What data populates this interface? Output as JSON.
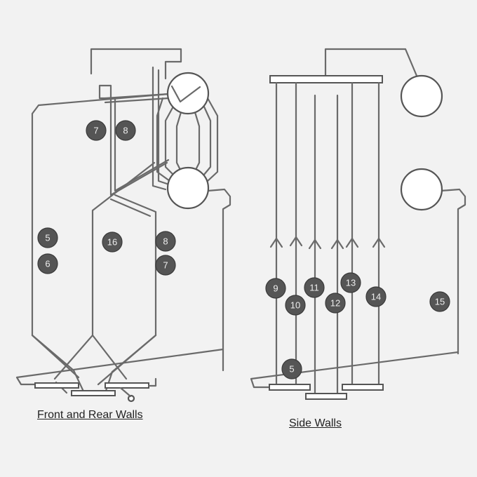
{
  "captions": {
    "front_rear": "Front and Rear Walls",
    "side": "Side Walls"
  },
  "markers": {
    "front_rear": [
      "7",
      "8",
      "5",
      "6",
      "16",
      "8",
      "7"
    ],
    "side": [
      "9",
      "10",
      "11",
      "12",
      "13",
      "14",
      "15",
      "5"
    ]
  },
  "colors": {
    "background": "#f2f2f2",
    "pipe": "#6a6a6a",
    "marker_fill": "#555555",
    "marker_text": "#eeeeee"
  }
}
